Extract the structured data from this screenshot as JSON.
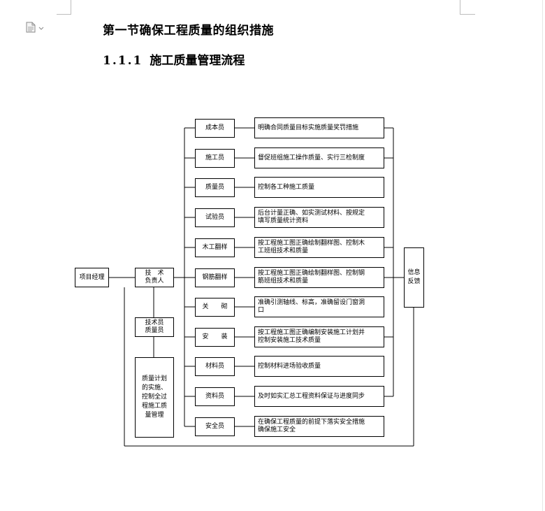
{
  "heading": {
    "section": "第一节确保工程质量的组织措施",
    "sub_number": "1.1.1",
    "sub_title": "施工质量管理流程"
  },
  "icons": {
    "doc_icon": "document-icon",
    "dropdown": "chevron-down-icon"
  },
  "flowchart": {
    "manager": "项目经理",
    "tech_lead": "技　术\n负责人",
    "tech_quality": "技术员\n质量员",
    "quality_plan": "质量计划\n的实施、\n控制全过\n程施工质\n量管理",
    "feedback": "信息\n反馈",
    "roles": [
      {
        "role": "成本员",
        "duty": "明确合同质量目标实施质量奖罚措施"
      },
      {
        "role": "施工员",
        "duty": "督促班组施工操作质量、实行三检制度"
      },
      {
        "role": "质量员",
        "duty": "控制各工种施工质量"
      },
      {
        "role": "试验员",
        "duty": "后台计量正确、如实测试材料、按规定\n填写质量统计资料"
      },
      {
        "role": "木工翻样",
        "duty": "按工程施工图正确绘制翻样图、控制木\n工班组技术和质量"
      },
      {
        "role": "钢筋翻样",
        "duty": "按工程施工图正确绘制翻样图、控制钢\n筋班组技术和质量"
      },
      {
        "role": "关　　砌",
        "duty": "准确引测轴线、标高，准确留设门窗洞\n口"
      },
      {
        "role": "安　　装",
        "duty": "按工程施工图正确编制安装施工计划并\n控制安装施工技术质量"
      },
      {
        "role": "材料员",
        "duty": "控制材料进场验收质量"
      },
      {
        "role": "资料员",
        "duty": "及时如实汇总工程资料保证与进度同步"
      },
      {
        "role": "安全员",
        "duty": "在确保工程质量的前提下落实安全措施\n确保施工安全"
      }
    ]
  }
}
